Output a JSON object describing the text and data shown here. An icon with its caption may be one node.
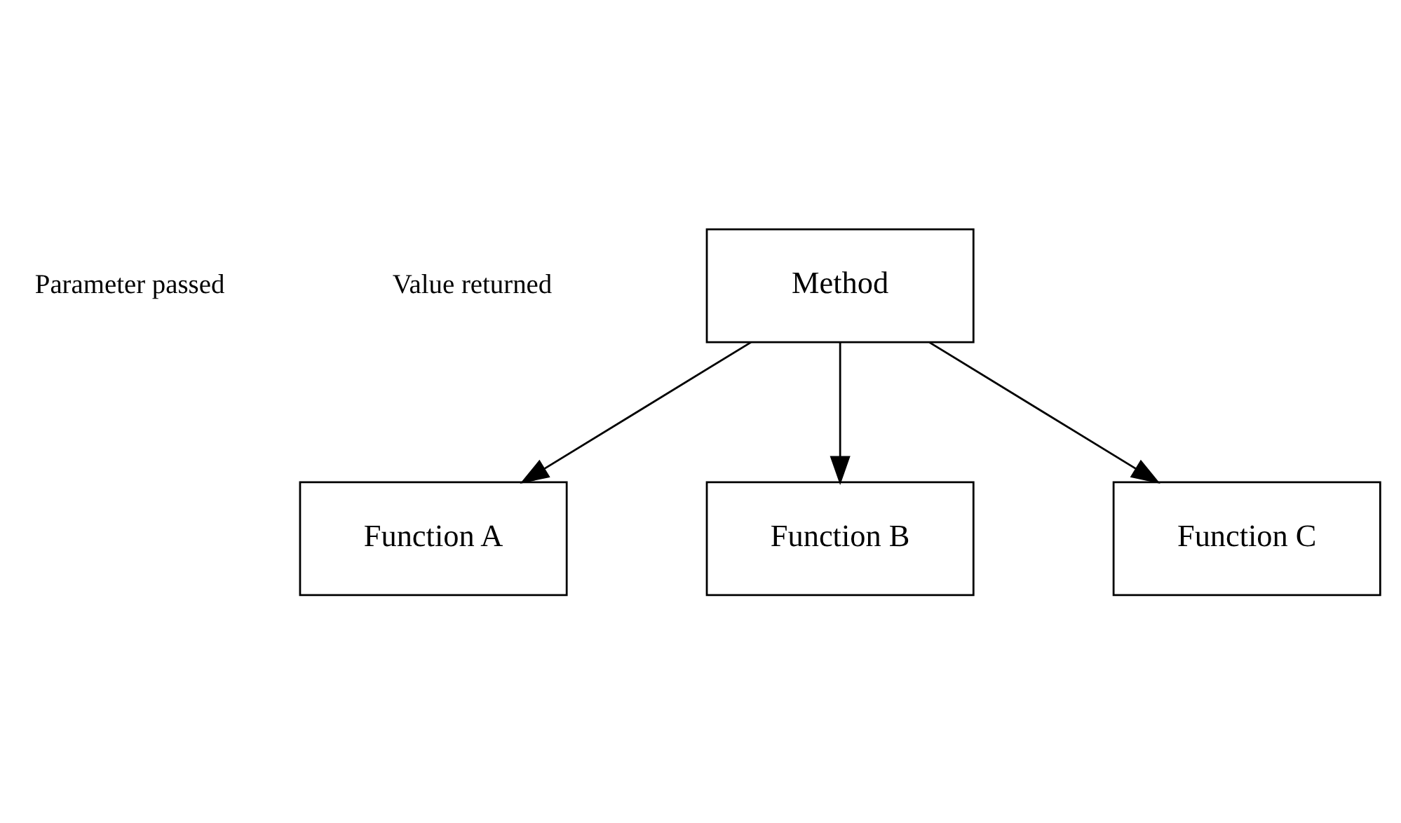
{
  "diagram": {
    "nodes": [
      {
        "text": [
          "Method"
        ]
      },
      {
        "text": [
          "Function A"
        ]
      },
      {
        "text": [
          "Function B"
        ]
      },
      {
        "text": [
          "Function C"
        ]
      }
    ],
    "edges": [
      {
        "from": 0,
        "to": 1,
        "arrow": "to"
      },
      {
        "from": 0,
        "to": 2,
        "arrow": "to"
      },
      {
        "from": 0,
        "to": 3,
        "arrow": "to"
      }
    ],
    "labels": [
      "Parameter passed",
      "Value returned"
    ]
  }
}
